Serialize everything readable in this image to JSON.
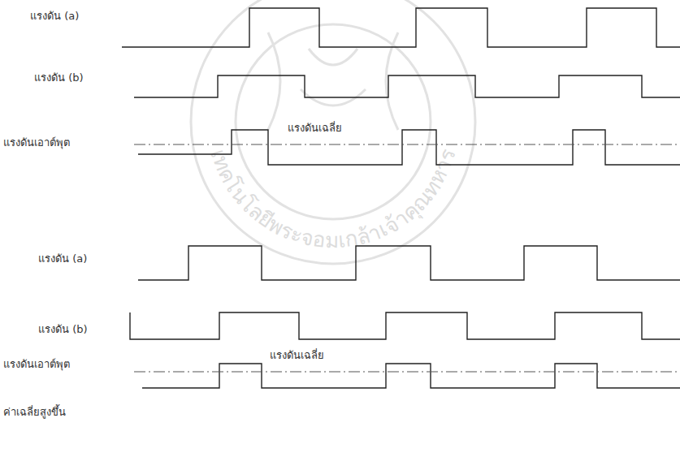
{
  "diagram": {
    "labels": [
      "แรงดัน (a)",
      "แรงดัน (b)",
      "แรงดันเอาต์พุต",
      "แรงดันเฉลี่ย",
      "แรงดัน (a)",
      "แรงดัน (b)",
      "แรงดันเอาต์พุต",
      "แรงดันเฉลี่ย",
      "ค่าเฉลี่ยสูงขึ้น",
      "เทคโนโลยีพระจอมเกล้าเจ้าคุณทหาร"
    ]
  }
}
